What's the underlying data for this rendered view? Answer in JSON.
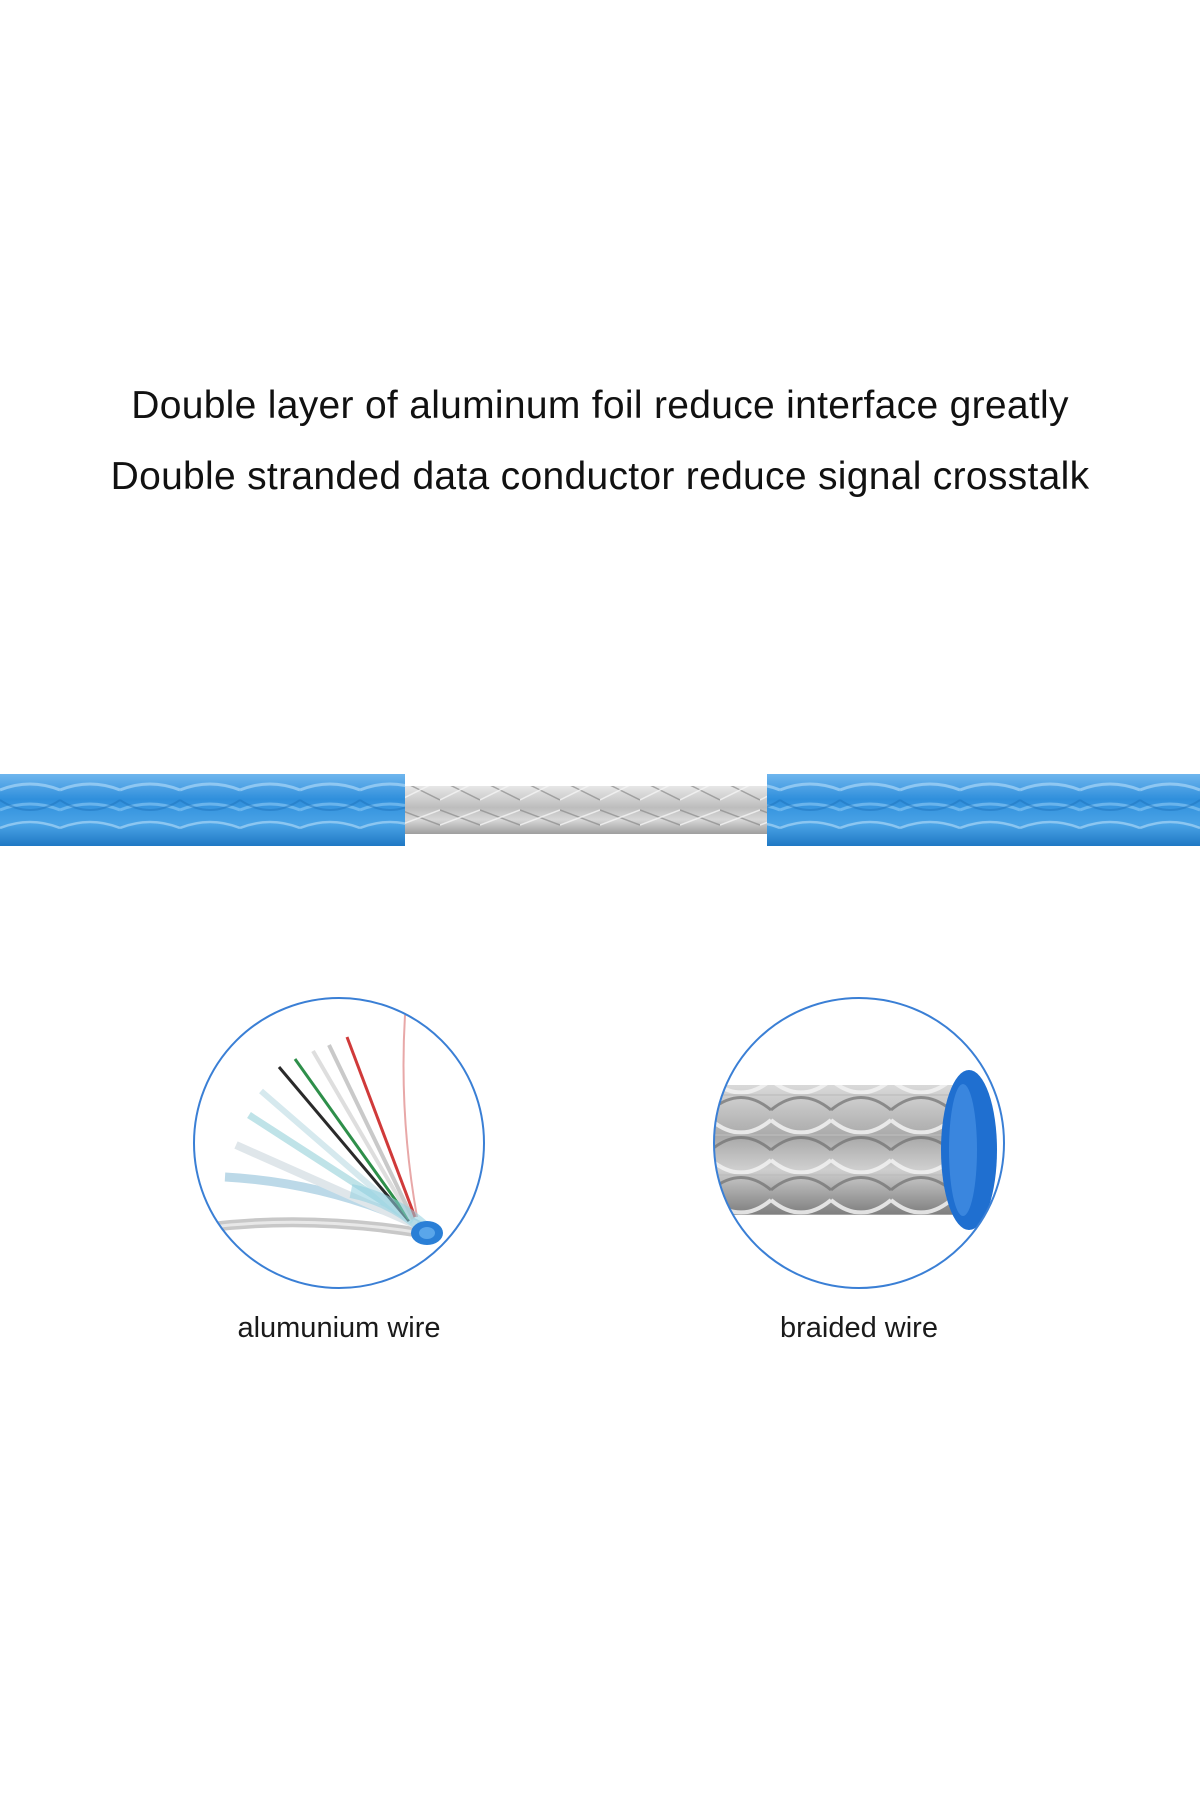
{
  "headline": {
    "line1": "Double layer of aluminum foil reduce interface greatly",
    "line2": "Double stranded data conductor reduce signal crosstalk"
  },
  "details": [
    {
      "caption": "alumunium wire"
    },
    {
      "caption": "braided wire"
    }
  ],
  "colors": {
    "jacket_blue": "#2f8fdc",
    "braid_silver": "#c9c9c9",
    "circle_outline": "#3a7fd5"
  }
}
